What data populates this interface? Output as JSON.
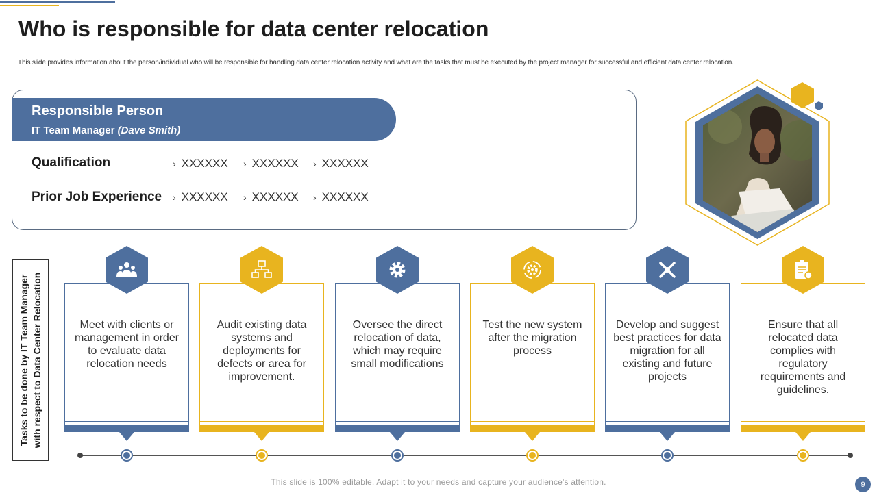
{
  "slide": {
    "title": "Who is responsible for data center relocation",
    "subtitle": "This slide provides information about the person/individual who will be responsible for handling data center relocation activity and what are the tasks that must be executed by the project manager for successful and efficient data center relocation.",
    "footer": "This slide is 100% editable. Adapt it to your needs and capture your audience's attention.",
    "page_number": "9"
  },
  "colors": {
    "blue": "#4e6f9e",
    "gold": "#e8b41f"
  },
  "person": {
    "heading": "Responsible Person",
    "role": "IT Team Manager",
    "name": "(Dave Smith)"
  },
  "rows": [
    {
      "label": "Qualification",
      "items": [
        "XXXXXX",
        "XXXXXX",
        "XXXXXX"
      ]
    },
    {
      "label": "Prior Job Experience",
      "items": [
        "XXXXXX",
        "XXXXXX",
        "XXXXXX"
      ]
    }
  ],
  "tasks_heading": {
    "line1": "Tasks to be done by IT Team Manager",
    "line2": "with respect to Data Center Relocation"
  },
  "tasks": [
    {
      "icon": "people-icon",
      "color": "blue",
      "text": "Meet with clients or management in order to evaluate data relocation needs"
    },
    {
      "icon": "network-icon",
      "color": "gold",
      "text": "Audit existing data systems and deployments for defects or area for improvement."
    },
    {
      "icon": "gear-icon",
      "color": "blue",
      "text": "Oversee the direct relocation of data, which may require small modifications"
    },
    {
      "icon": "refresh-gear-icon",
      "color": "gold",
      "text": "Test the new system after the migration process"
    },
    {
      "icon": "tools-icon",
      "color": "blue",
      "text": "Develop and suggest best practices for data migration for all existing and future projects"
    },
    {
      "icon": "checklist-icon",
      "color": "gold",
      "text": "Ensure that all relocated data complies with regulatory requirements and guidelines."
    }
  ]
}
